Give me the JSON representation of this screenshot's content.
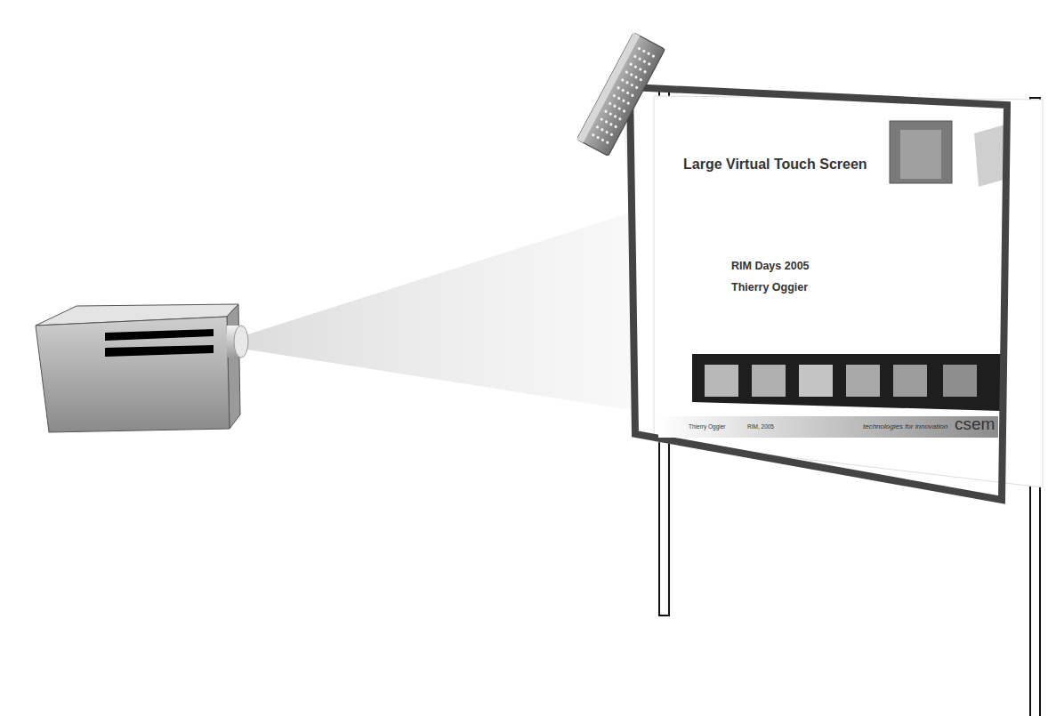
{
  "diagram": {
    "nodes": [
      {
        "text": [
          "Large Virtual Touch Screen",
          "RIM Days 2005",
          "Thierry Oggier"
        ]
      },
      {
        "text": [
          "Thierry Oggier",
          "RIM, 2005",
          "technologies for innovation",
          "csem"
        ],
        "in": 0
      }
    ]
  }
}
